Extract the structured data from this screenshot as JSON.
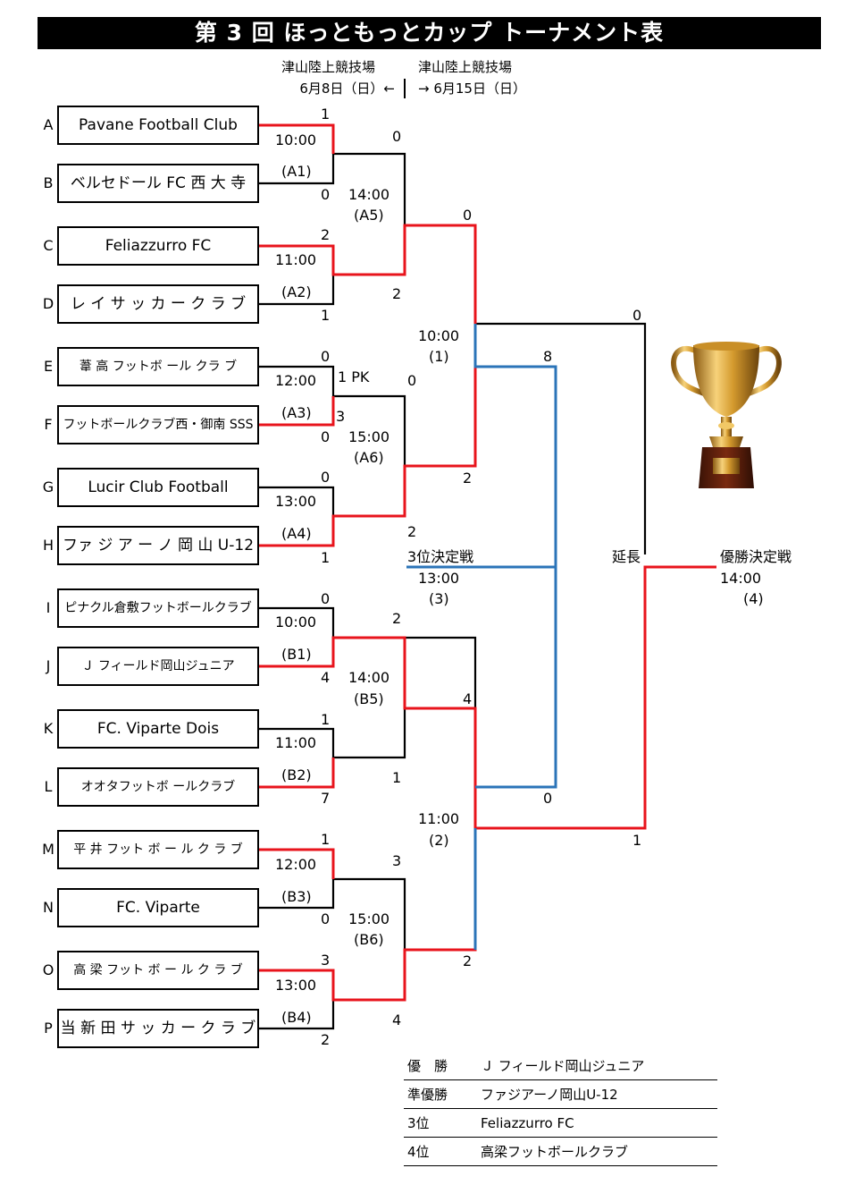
{
  "title": "第 3 回 ほっともっとカップ トーナメント表",
  "header": {
    "left_venue": "津山陸上競技場",
    "left_date": "6月8日（日）←",
    "right_venue": "津山陸上競技場",
    "right_date": "→ 6月15日（日）"
  },
  "teams": [
    {
      "letter": "A",
      "name": "Pavane Football Club"
    },
    {
      "letter": "B",
      "name": "ベルセドール FC 西 大 寺"
    },
    {
      "letter": "C",
      "name": "Feliazzurro FC"
    },
    {
      "letter": "D",
      "name": "レ イ サ ッ カ ー ク ラ ブ"
    },
    {
      "letter": "E",
      "name": "葦 高 フットボ ール クラ ブ"
    },
    {
      "letter": "F",
      "name": "フットボールクラブ西・御南 SSS"
    },
    {
      "letter": "G",
      "name": "Lucir Club Football"
    },
    {
      "letter": "H",
      "name": "ファ ジ ア ー ノ 岡 山 U-12"
    },
    {
      "letter": "I",
      "name": "ピナクル倉敷フットボールクラブ"
    },
    {
      "letter": "J",
      "name": "Ｊ フィールド岡山ジュニア"
    },
    {
      "letter": "K",
      "name": "FC. Viparte Dois"
    },
    {
      "letter": "L",
      "name": "オオタフットボ ールクラブ"
    },
    {
      "letter": "M",
      "name": "平 井 フット ボ ー ル ク ラ ブ"
    },
    {
      "letter": "N",
      "name": "FC. Viparte"
    },
    {
      "letter": "O",
      "name": "高 梁 フット ボ ー ル ク ラ ブ"
    },
    {
      "letter": "P",
      "name": "当 新 田 サ ッ カ ー ク ラ ブ"
    }
  ],
  "labels": {
    "A1": "(A1)",
    "A2": "(A2)",
    "A3": "(A3)",
    "A4": "(A4)",
    "B1": "(B1)",
    "B2": "(B2)",
    "B3": "(B3)",
    "B4": "(B4)",
    "A5": "(A5)",
    "A6": "(A6)",
    "B5": "(B5)",
    "B6": "(B6)",
    "SF1": "(1)",
    "SF2": "(2)",
    "M3": "(3)",
    "M4": "(4)",
    "t1000a": "10:00",
    "t1100a": "11:00",
    "t1200a": "12:00",
    "t1300a": "13:00",
    "t1000b": "10:00",
    "t1100b": "11:00",
    "t1200b": "12:00",
    "t1300b": "13:00",
    "t1400a": "14:00",
    "t1500a": "15:00",
    "t1400b": "14:00",
    "t1500b": "15:00",
    "tsf1": "10:00",
    "tsf2": "11:00",
    "t3rd": "13:00",
    "tfin": "14:00",
    "pk": "1 PK",
    "third_place": "3位決定戦",
    "final": "優勝決定戦",
    "extra_time": "延長"
  },
  "scores": {
    "A": "1",
    "B": "0",
    "C": "2",
    "D": "1",
    "E": "0",
    "F": "3",
    "F0": "0",
    "G": "0",
    "H": "1",
    "I": "0",
    "J": "4",
    "K": "1",
    "L": "7",
    "M": "1",
    "N": "0",
    "O": "3",
    "P": "2",
    "A5_top": "0",
    "A5_bot": "2",
    "A6_top": "0",
    "A6_bot": "2",
    "B5_top": "2",
    "B5_bot": "1",
    "B6_top": "3",
    "B6_bot": "4",
    "SF1_top": "0",
    "SF1_bot": "2",
    "SF2_top": "4",
    "SF2_bot": "2",
    "third_top": "8",
    "third_bot": "0",
    "final_top": "0",
    "final_bot": "1"
  },
  "results": [
    {
      "rank": "優　勝",
      "team": "Ｊ フィールド岡山ジュニア"
    },
    {
      "rank": "準優勝",
      "team": "ファジアーノ岡山U-12"
    },
    {
      "rank": "3位",
      "team": "Feliazzurro FC"
    },
    {
      "rank": "4位",
      "team": "高梁フットボールクラブ"
    }
  ],
  "colors": {
    "winner_line": "#e8141c",
    "third_place_line": "#2b74b8",
    "line": "#000000"
  }
}
